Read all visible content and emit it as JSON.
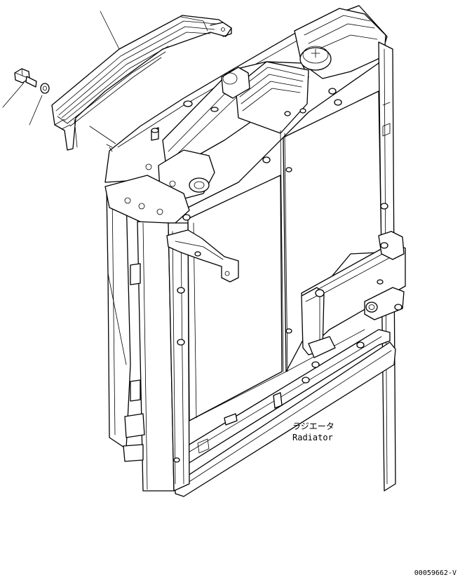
{
  "labels": {
    "part_jp": "ラジエータ",
    "part_en": "Radiator",
    "drawing_number": "00059662-V"
  },
  "colors": {
    "line": "#000000",
    "background": "#ffffff"
  }
}
